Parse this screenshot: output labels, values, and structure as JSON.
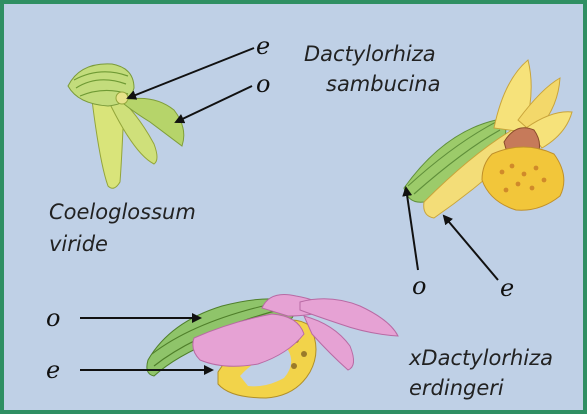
{
  "labels": {
    "coeloglossum_line1": "Coeloglossum",
    "coeloglossum_line2": "viride",
    "dactylorhiza_line1": "Dactylorhiza",
    "dactylorhiza_line2": "sambucina",
    "hybrid_line1": "xDactylorhiza",
    "hybrid_line2": "erdingeri"
  },
  "markers": {
    "e": "e",
    "o": "o"
  },
  "colors": {
    "background": "#bfd0e6",
    "border": "#2f8f63",
    "green_sepal": "#8fc46a",
    "yellow_petal": "#f2d34a",
    "pink_petal": "#e6a2d4"
  }
}
